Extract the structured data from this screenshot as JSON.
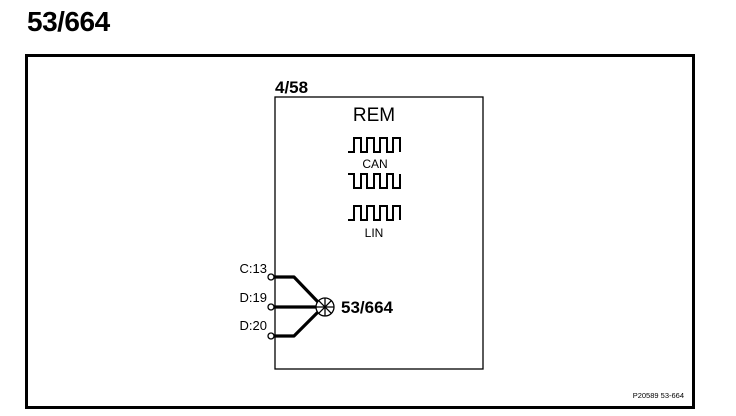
{
  "page": {
    "title": "53/664"
  },
  "module": {
    "id": "4/58",
    "name": "REM",
    "bus_labels": [
      "CAN",
      "LIN"
    ],
    "pins": [
      "C:13",
      "D:19",
      "D:20"
    ],
    "splice": "53/664"
  },
  "footer": {
    "reference": "P20589 53-664"
  },
  "colors": {
    "line": "#000000",
    "background": "#ffffff"
  },
  "icons": [
    "can-waveform-icon",
    "lin-waveform-icon",
    "splice-icon",
    "pin-terminal-icon"
  ]
}
